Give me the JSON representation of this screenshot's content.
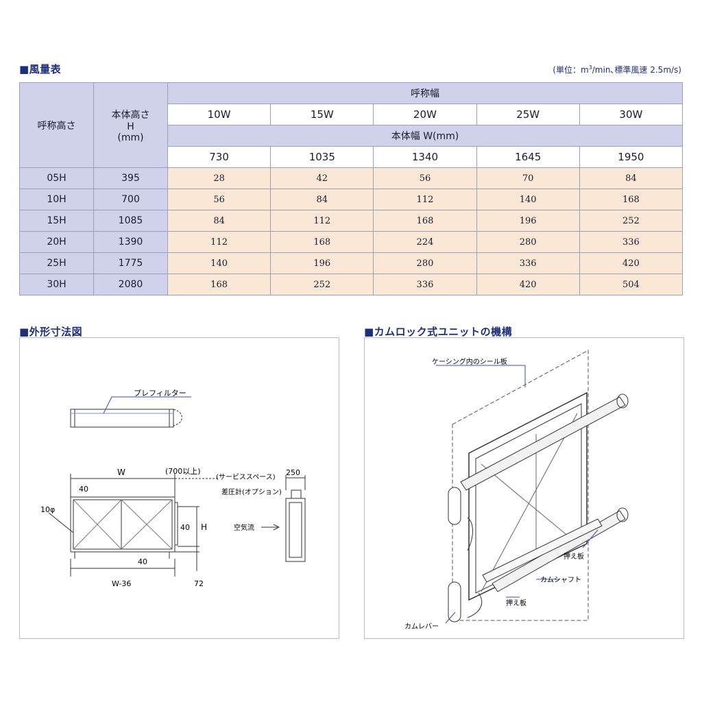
{
  "flow_table": {
    "title": "■風量表",
    "unit_note_pre": "(単位：m",
    "unit_note_sup": "3",
    "unit_note_post": "/min､標準風速 2.5m/s)",
    "col_nominal_height": "呼称高さ",
    "col_body_height_l1": "本体高さ",
    "col_body_height_l2": "H",
    "col_body_height_l3": "(mm)",
    "col_nominal_width": "呼称幅",
    "col_body_width": "本体幅 W(mm)",
    "widths": [
      "10W",
      "15W",
      "20W",
      "25W",
      "30W"
    ],
    "width_mm": [
      "730",
      "1035",
      "1340",
      "1645",
      "1950"
    ],
    "rows": [
      {
        "h": "05H",
        "mm": "395",
        "v": [
          "28",
          "42",
          "56",
          "70",
          "84"
        ]
      },
      {
        "h": "10H",
        "mm": "700",
        "v": [
          "56",
          "84",
          "112",
          "140",
          "168"
        ]
      },
      {
        "h": "15H",
        "mm": "1085",
        "v": [
          "84",
          "112",
          "168",
          "196",
          "252"
        ]
      },
      {
        "h": "20H",
        "mm": "1390",
        "v": [
          "112",
          "168",
          "224",
          "280",
          "336"
        ]
      },
      {
        "h": "25H",
        "mm": "1775",
        "v": [
          "140",
          "196",
          "280",
          "336",
          "420"
        ]
      },
      {
        "h": "30H",
        "mm": "2080",
        "v": [
          "168",
          "252",
          "336",
          "420",
          "504"
        ]
      }
    ]
  },
  "outline": {
    "title": "■外形寸法図",
    "prefilter": "プレフィルター",
    "w": "W",
    "service": "(700以上)",
    "service_space": "(サービススペース)",
    "depth": "250",
    "gauge": "差圧計(オプション)",
    "airflow": "空気流",
    "d40a": "40",
    "d40b": "40",
    "d40c": "40",
    "h": "H",
    "hole": "10φ",
    "w36": "W-36",
    "d72": "72"
  },
  "camlock": {
    "title": "■カムロック式ユニットの機構",
    "seal": "ケーシング内のシール板",
    "press1": "押え板",
    "shaft": "カムシャフト",
    "press2": "押え板",
    "lever": "カムレバー"
  }
}
